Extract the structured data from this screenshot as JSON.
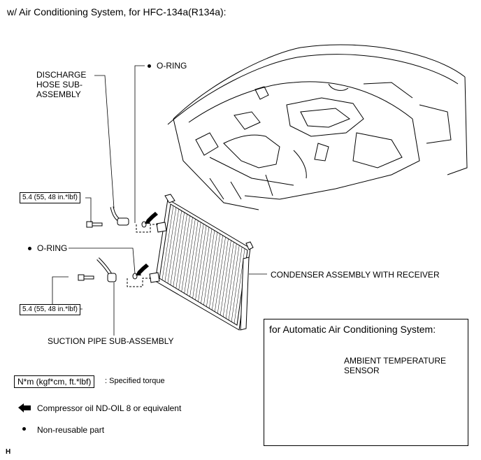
{
  "title": "w/ Air Conditioning System, for HFC-134a(R134a):",
  "labels": {
    "discharge_hose": [
      "DISCHARGE",
      "HOSE SUB-",
      "ASSEMBLY"
    ],
    "oring_top": "O-RING",
    "oring_left": "O-RING",
    "torque_top": "5.4 (55, 48 in.*lbf)",
    "torque_bottom": "5.4 (55, 48 in.*lbf)",
    "suction_pipe": "SUCTION PIPE SUB-ASSEMBLY",
    "condenser": "CONDENSER ASSEMBLY WITH RECEIVER"
  },
  "inset": {
    "title": "for Automatic Air Conditioning System:",
    "sensor_label": [
      "AMBIENT TEMPERATURE",
      "SENSOR"
    ]
  },
  "legend": {
    "torque_unit": "N*m (kgf*cm, ft.*lbf)",
    "torque_desc": ": Specified torque",
    "oil_desc": "Compressor oil ND-OIL 8 or equivalent",
    "nonreusable_desc": "Non-reusable part"
  },
  "corner_code": "H"
}
